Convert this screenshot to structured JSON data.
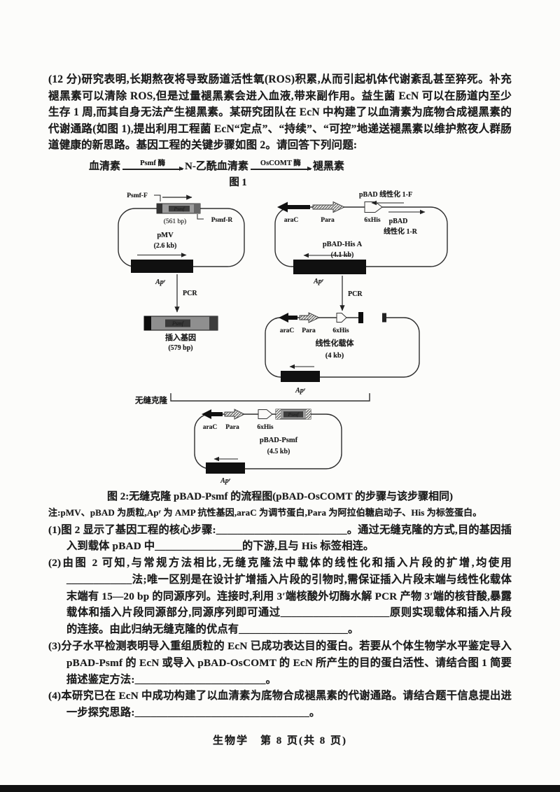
{
  "page": {
    "footer": "生物学　第 8 页(共 8 页)"
  },
  "intro": {
    "text": "(12 分)研究表明,长期熬夜将导致肠道活性氧(ROS)积累,从而引起机体代谢紊乱甚至猝死。补充褪黑素可以清除 ROS,但是过量褪黑素会进入血液,带来副作用。益生菌 EcN 可以在肠道内至少生存 1 周,而其自身无法产生褪黑素。某研究团队在 EcN 中构建了以血清素为底物合成褪黑素的代谢通路(如图 1),提出利用工程菌 EcN“定点”、“持续”、“可控”地递送褪黑素以维护熬夜人群肠道健康的新思路。基因工程的关键步骤如图 2。请回答下列问题:"
  },
  "figure1": {
    "substrate": "血清素",
    "enzyme1": "Psmf 酶",
    "intermediate": "N-乙酰血清素",
    "enzyme2": "OsCOMT 酶",
    "product": "褪黑素",
    "caption": "图 1"
  },
  "figure2": {
    "pcr": "PCR",
    "pmv": {
      "primer_f": "Psmf-F",
      "primer_r": "Psmf-R",
      "gene": "Psmf",
      "gene_size": "(561 bp)",
      "name": "pMV",
      "size": "(2.6 kb)",
      "ap": "Apʳ"
    },
    "pbad_his": {
      "primer_f": "pBAD 线性化 1-F",
      "pbad": "pBAD",
      "linearize_r": "线性化 1-R",
      "arac": "araC",
      "para": "Para",
      "his": "6xHis",
      "name": "pBAD-His A",
      "size": "(4.1 kb)",
      "ap": "Apʳ"
    },
    "insert": {
      "gene": "Psmf",
      "label": "插入基因",
      "size": "(579 bp)"
    },
    "linear": {
      "arac": "araC",
      "para": "Para",
      "his": "6xHis",
      "label": "线性化载体",
      "size": "(4 kb)",
      "ap": "Apʳ"
    },
    "seamless": "无缝克隆",
    "product": {
      "arac": "araC",
      "para": "Para",
      "his": "6xHis",
      "gene": "Psmf",
      "name": "pBAD-Psmf",
      "size": "(4.5 kb)",
      "ap": "Apʳ"
    },
    "caption": "图 2:无缝克隆 pBAD-Psmf 的流程图(pBAD-OsCOMT 的步骤与该步骤相同)",
    "note": "注:pMV、pBAD 为质粒,Apʳ 为 AMP 抗性基因,araC 为调节蛋白,Para 为阿拉伯糖启动子、His 为标签蛋白。"
  },
  "questions": [
    "(1)图 2 显示了基因工程的核心步骤:________________________。通过无缝克隆的方式,目的基因插入到载体 pBAD 中________________的下游,且与 His 标签相连。",
    "(2)由图 2 可知,与常规方法相比,无缝克隆法中载体的线性化和插入片段的扩增,均使用____________法;唯一区别是在设计扩增插入片段的引物时,需保证插入片段末端与线性化载体末端有 15—20 bp 的同源序列。连接时,利用 3′端核酸外切酶水解 PCR 产物 3′端的核苷酸,暴露载体和插入片段同源部分,同源序列即可通过____________________原则实现载体和插入片段的连接。由此归纳无缝克隆的优点有____________________。",
    "(3)分子水平检测表明导入重组质粒的 EcN 已成功表达目的蛋白。若要从个体生物学水平鉴定导入 pBAD-Psmf 的 EcN 或导入 pBAD-OsCOMT 的 EcN 所产生的目的蛋白活性、请结合图 1 简要描述鉴定方法:________________________。",
    "(4)本研究已在 EcN 中成功构建了以血清素为底物合成褪黑素的代谢通路。请结合题干信息提出进一步探究思路:________________________________。"
  ]
}
